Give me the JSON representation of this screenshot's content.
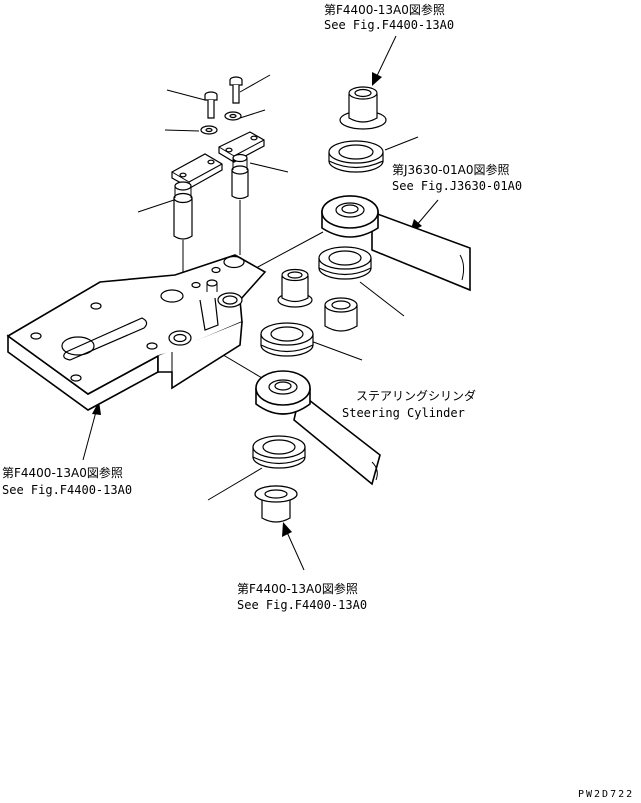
{
  "references": {
    "top_pin_jp": "第F4400-13A0図参照",
    "top_pin_en": "See Fig.F4400-13A0",
    "tie_rod_jp": "第J3630-01A0図参照",
    "tie_rod_en": "See Fig.J3630-01A0",
    "plate_jp": "第F4400-13A0図参照",
    "plate_en": "See Fig.F4400-13A0",
    "bottom_pin_jp": "第F4400-13A0図参照",
    "bottom_pin_en": "See Fig.F4400-13A0"
  },
  "cylinder_label": {
    "jp": "ステアリングシリンダ",
    "en": "Steering Cylinder"
  },
  "drawing_code": "PW2D722"
}
